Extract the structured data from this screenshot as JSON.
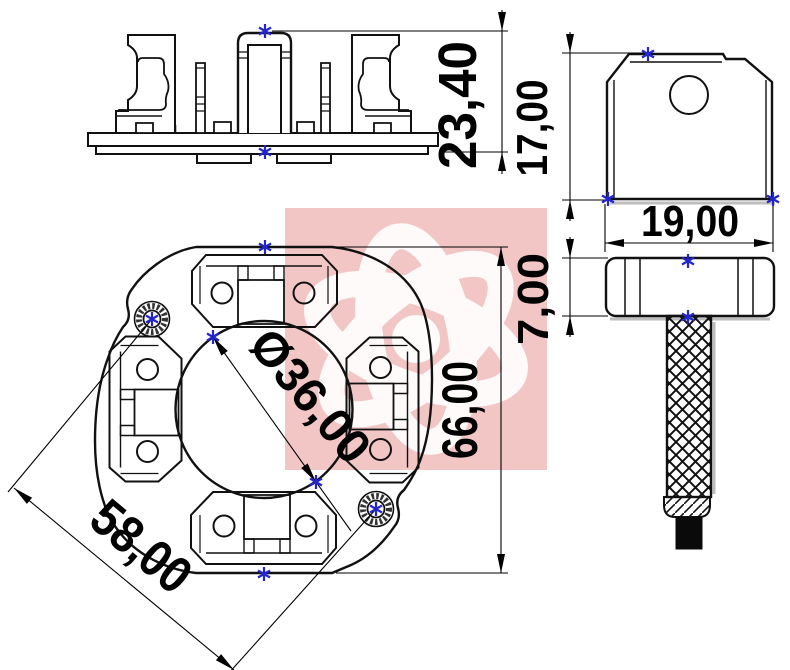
{
  "drawing": {
    "type": "technical-part-drawing",
    "dimensions": {
      "side_height": "23,40",
      "tab_height": "17,00",
      "tab_width": "19,00",
      "head_height": "7,00",
      "plate_diameter": "66,00",
      "hole_spacing": "58,00",
      "bore_diameter": "Ø36,00"
    },
    "colors": {
      "line": "#111111",
      "snap_marker": "#2424cc",
      "shadow": "#bdbdbd",
      "watermark_bg": "#f3c6c6",
      "watermark_swirl": "#ffffff"
    }
  }
}
